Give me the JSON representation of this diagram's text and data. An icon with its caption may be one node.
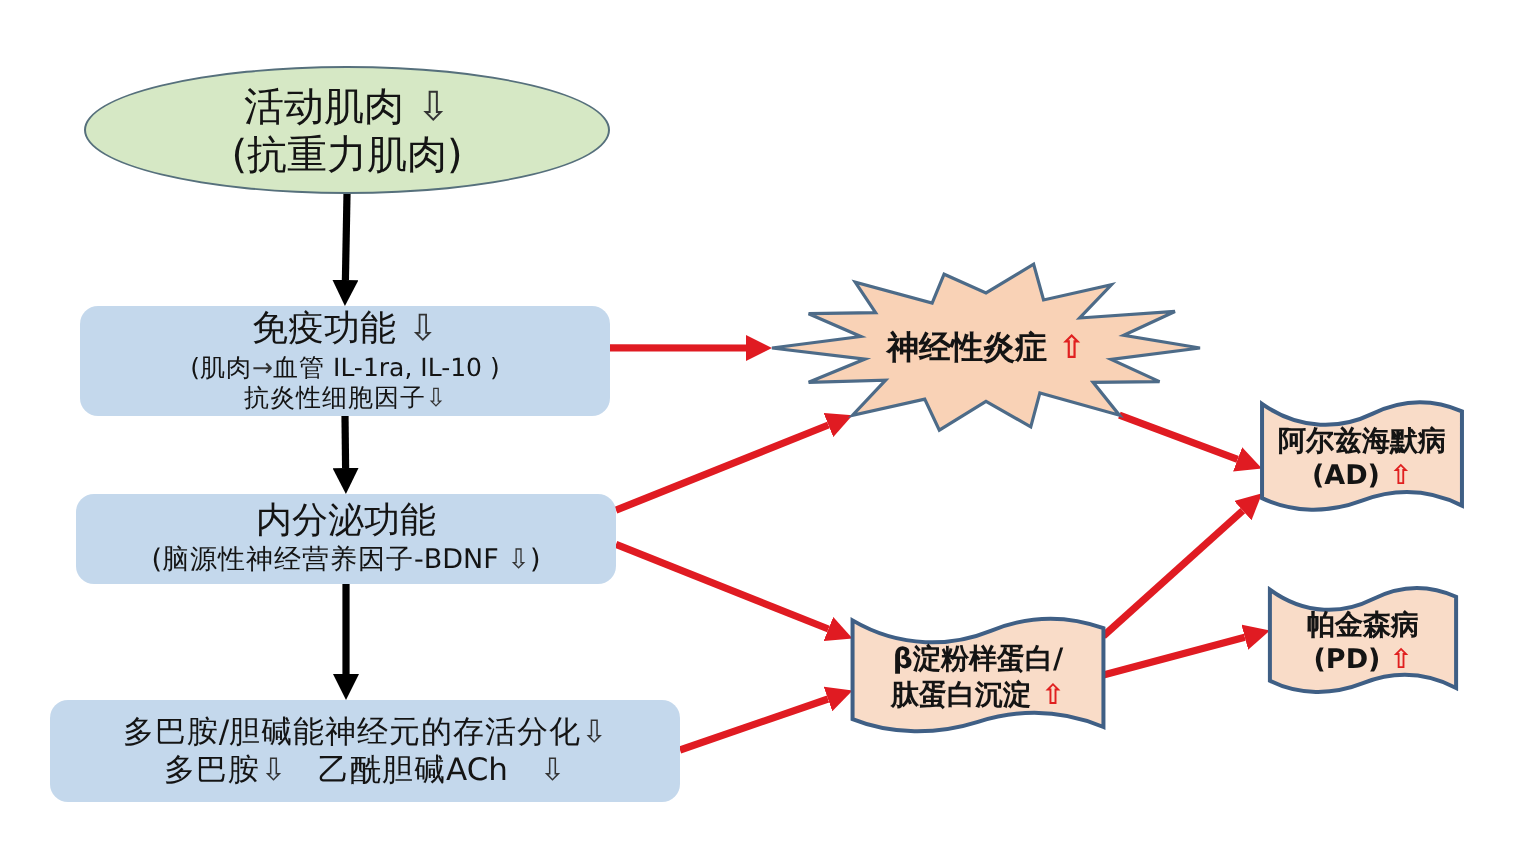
{
  "diagram": {
    "nodes": [
      {
        "text": [
          "活动肌肉 ⇩",
          "(抗重力肌肉)"
        ]
      },
      {
        "text": [
          "免疫功能 ⇩",
          "(肌肉→血管 IL-1ra, IL-10 )",
          "抗炎性细胞因子⇩"
        ]
      },
      {
        "text": [
          "内分泌功能",
          "(脑源性神经营养因子-BDNF ⇩)"
        ]
      },
      {
        "text": [
          "多巴胺/胆碱能神经元的存活分化⇩",
          "多巴胺⇩ 乙酰胆碱ACh ⇩"
        ]
      },
      {
        "text": [
          "神经性炎症 ⇧"
        ]
      },
      {
        "text": [
          "β淀粉样蛋白/肽蛋白沉淀 ⇧"
        ]
      },
      {
        "text": [
          "阿尔兹海默病",
          "(AD) ⇧"
        ]
      },
      {
        "text": [
          "帕金森病",
          "(PD) ⇧"
        ]
      }
    ],
    "edges": [
      {
        "from": 0,
        "to": 1,
        "arrow": "to",
        "color": "#000000"
      },
      {
        "from": 1,
        "to": 2,
        "arrow": "to",
        "color": "#000000"
      },
      {
        "from": 2,
        "to": 3,
        "arrow": "to",
        "color": "#000000"
      },
      {
        "from": 1,
        "to": 4,
        "arrow": "to"
      },
      {
        "from": 2,
        "to": 4,
        "arrow": "to"
      },
      {
        "from": 2,
        "to": 5,
        "arrow": "to"
      },
      {
        "from": 3,
        "to": 5,
        "arrow": "to"
      },
      {
        "from": 4,
        "to": 6,
        "arrow": "to"
      },
      {
        "from": 5,
        "to": 6,
        "arrow": "to"
      },
      {
        "from": 5,
        "to": 7,
        "arrow": "to"
      }
    ]
  }
}
